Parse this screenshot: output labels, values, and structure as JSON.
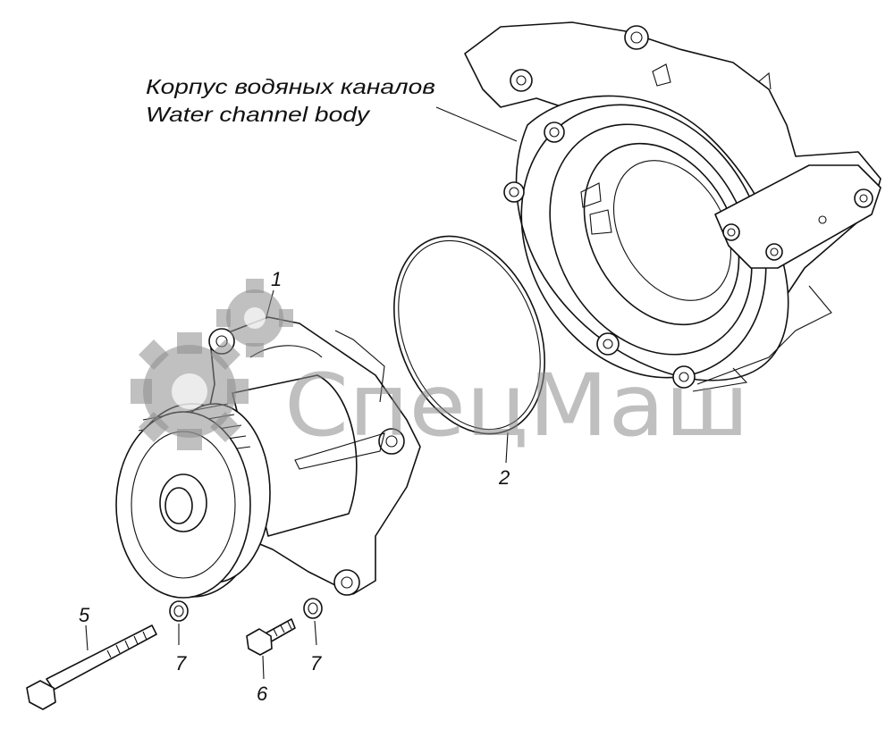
{
  "caption": {
    "ru": "Корпус водяных каналов",
    "en": "Water channel body"
  },
  "callouts": [
    {
      "id": "1",
      "text": "1"
    },
    {
      "id": "2",
      "text": "2"
    },
    {
      "id": "5",
      "text": "5"
    },
    {
      "id": "6",
      "text": "6"
    },
    {
      "id": "7a",
      "text": "7"
    },
    {
      "id": "7b",
      "text": "7"
    }
  ],
  "watermark": {
    "text": "СпецМаш",
    "color": "#8c8c8c"
  }
}
